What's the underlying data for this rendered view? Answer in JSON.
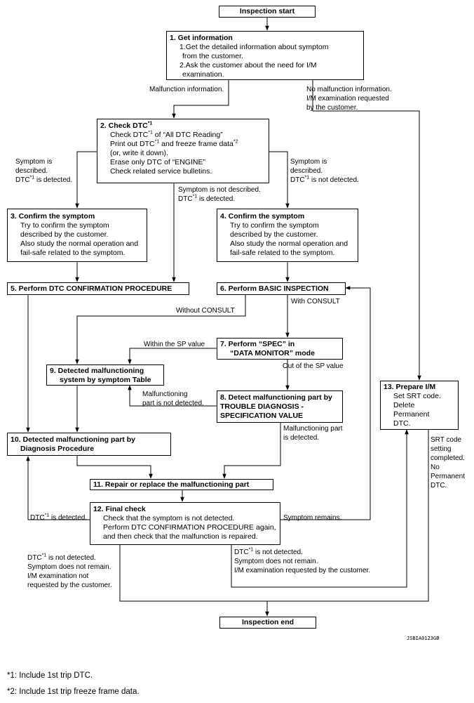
{
  "start": "Inspection start",
  "end": "Inspection end",
  "step1": {
    "title": "1. Get information",
    "l1": "1.Get the detailed information about symptom",
    "l2": "from the customer.",
    "l3": "2.Ask the customer about the need for I/M",
    "l4": "examination."
  },
  "step2": {
    "title": "2. Check DTC",
    "title_sup": "*1",
    "l1a": "Check DTC",
    "l1s": "*1",
    "l1b": " of “All DTC Reading”",
    "l2a": "Print out DTC",
    "l2s1": "*1",
    "l2b": " and freeze frame data",
    "l2s2": "*2",
    "l3": "(or, write it down).",
    "l4": "Erase only DTC of “ENGINE”",
    "l5": "Check related service bulletins."
  },
  "step3": {
    "title": "3. Confirm the symptom",
    "l1": "Try to confirm the symptom",
    "l2": "described by the customer.",
    "l3": "Also study the normal operation and",
    "l4": "fail-safe related to the symptom."
  },
  "step4": {
    "title": "4. Confirm the symptom",
    "l1": "Try to confirm the symptom",
    "l2": "described by the customer.",
    "l3": "Also study the normal operation and",
    "l4": "fail-safe related to the symptom."
  },
  "step5": "5. Perform DTC CONFIRMATION PROCEDURE",
  "step6": "6. Perform BASIC INSPECTION",
  "step7": {
    "l1": "7. Perform “SPEC” in",
    "l2": "“DATA MONITOR” mode"
  },
  "step8": {
    "l1": "8. Detect malfunctioning part by",
    "l2": "TROUBLE DIAGNOSIS -",
    "l3": "SPECIFICATION VALUE"
  },
  "step9": {
    "l1": "9. Detected malfunctioning",
    "l2": "system by symptom Table"
  },
  "step10": {
    "l1": "10. Detected malfunctioning part by",
    "l2": "Diagnosis Procedure"
  },
  "step11": "11. Repair or replace the malfunctioning part",
  "step12": {
    "title": "12. Final check",
    "l1": "Check that the symptom is not detected.",
    "l2": "Perform DTC CONFIRMATION PROCEDURE again,",
    "l3": "and then check that the malfunction is repaired."
  },
  "step13": {
    "title": "13. Prepare I/M",
    "l1": "Set SRT code.",
    "l2": "Delete",
    "l3": "Permanent",
    "l4": "DTC."
  },
  "labels": {
    "malfunction_info": "Malfunction information.",
    "no_malf_1": "No malfunction information.",
    "no_malf_2": "I/M examination requested",
    "no_malf_3": "by the customer.",
    "sym_desc_1": "Symptom is",
    "sym_desc_2": "described.",
    "dtc_detected_a": "DTC",
    "dtc_detected_s": "*1",
    "dtc_detected_b": " is detected.",
    "sym_desc_r1": "Symptom is",
    "sym_desc_r2": "described.",
    "dtc_not_a": "DTC",
    "dtc_not_s": "*1",
    "dtc_not_b": " is not detected.",
    "sym_not_desc_1": "Symptom is not described.",
    "sym_not_desc_2a": "DTC",
    "sym_not_desc_2s": "*1",
    "sym_not_desc_2b": " is detected.",
    "without_consult": "Without CONSULT",
    "with_consult": "With CONSULT",
    "within_sp": "Within the SP value",
    "out_sp": "Out of the SP value",
    "malf_not_1": "Malfunctioning",
    "malf_not_2": "part is not detected.",
    "malf_det_1": "Malfunctioning part",
    "malf_det_2": "is detected.",
    "final_dtc_a": "DTC",
    "final_dtc_s": "*1",
    "final_dtc_b": " is detected.",
    "symptom_remains": "Symptom remains.",
    "srt_1": "SRT code",
    "srt_2": "setting",
    "srt_3": "completed.",
    "srt_4": "No",
    "srt_5": "Permanent",
    "srt_6": "DTC.",
    "left_end_1a": "DTC",
    "left_end_1s": "*1",
    "left_end_1b": " is not detected.",
    "left_end_2": "Symptom does not remain.",
    "left_end_3": "I/M examination not",
    "left_end_4": "requested by the customer.",
    "mid_end_1a": "DTC",
    "mid_end_1s": "*1",
    "mid_end_1b": " is not detected.",
    "mid_end_2": "Symptom does not remain.",
    "mid_end_3": "I/M examination requested by the customer."
  },
  "image_code": "JSBIA0123GB",
  "footnotes": [
    "*1: Include 1st trip DTC.",
    "*2: Include 1st trip freeze frame data."
  ]
}
